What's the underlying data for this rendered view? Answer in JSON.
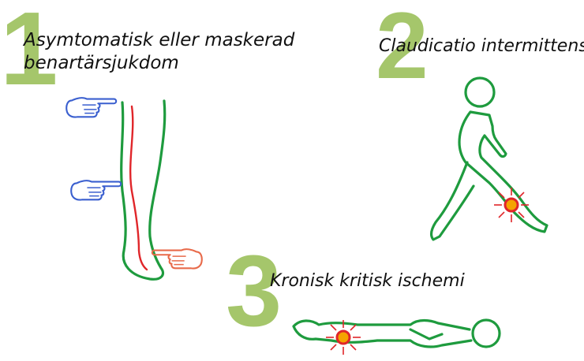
{
  "colors": {
    "number": "#a5c66b",
    "figure": "#1e9b3e",
    "artery": "#e0262a",
    "hand_blue": "#3a5fcf",
    "hand_red": "#e86a4a",
    "pain_core": "#f5a300"
  },
  "stages": [
    {
      "number": "1",
      "label_line1": "Asymtomatisk eller maskerad",
      "label_line2": "benartärsjukdom"
    },
    {
      "number": "2",
      "label": "Claudicatio intermittens"
    },
    {
      "number": "3",
      "label": "Kronisk kritisk ischemi"
    }
  ],
  "icons": {
    "leg": "leg-with-artery-icon",
    "pointing_hand": "pointing-hand-icon",
    "walking": "walking-person-icon",
    "lying": "lying-person-icon",
    "pain": "pain-burst-icon"
  }
}
